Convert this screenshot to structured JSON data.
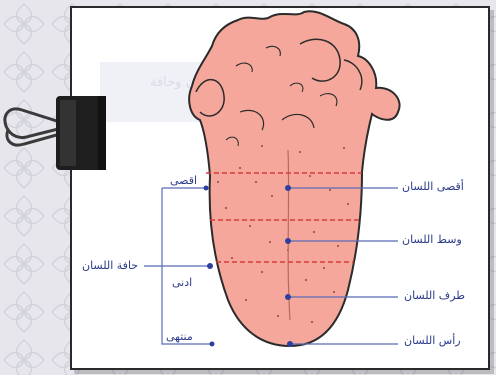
{
  "diagram": {
    "right_labels": {
      "back": "أقصى اللسان",
      "middle": "وسط اللسان",
      "front": "طرف اللسان",
      "tip": "رأس اللسان"
    },
    "edge_label": "حافة اللسان",
    "left_labels": {
      "far": "اقصى",
      "near": "ادنى",
      "end": "منتهى"
    },
    "banner_text": "لسان وحافة",
    "colors": {
      "tongue_fill": "#f4a79a",
      "tongue_outline": "#2b2b2b",
      "zone_dash": "#d83a3a",
      "label_text": "#2a3a8a",
      "leader_line": "#5a6bb8",
      "dot": "#2d3fa0"
    }
  }
}
